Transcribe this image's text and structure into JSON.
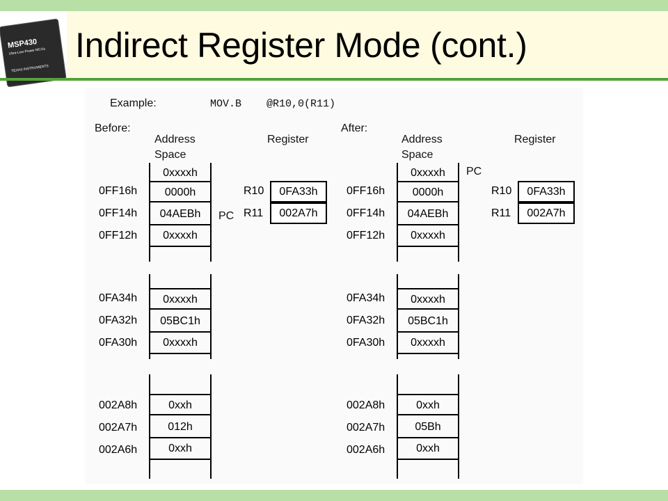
{
  "slide": {
    "title": "Indirect Register Mode (cont.)",
    "colors": {
      "bars": "#b7dfa6",
      "rule": "#53a33c",
      "title_bg": "#fffbe0"
    }
  },
  "chip_logo": {
    "title": "MSP430",
    "subtitle": "Ultra-Low-Power MCUs",
    "brand": "TEXAS INSTRUMENTS"
  },
  "example": {
    "label": "Example:",
    "instruction": "MOV.B    @R10,0(R11)"
  },
  "before": {
    "heading": "Before:",
    "address_space_label": [
      "Address",
      "Space"
    ],
    "register_label": "Register",
    "pc_label": "PC",
    "block1": {
      "top": "0xxxxh",
      "rows": [
        {
          "addr": "0FF16h",
          "value": "0000h"
        },
        {
          "addr": "0FF14h",
          "value": "04AEBh"
        },
        {
          "addr": "0FF12h",
          "value": "0xxxxh"
        }
      ]
    },
    "block2": {
      "rows": [
        {
          "addr": "0FA34h",
          "value": "0xxxxh"
        },
        {
          "addr": "0FA32h",
          "value": "05BC1h"
        },
        {
          "addr": "0FA30h",
          "value": "0xxxxh"
        }
      ]
    },
    "block3": {
      "rows": [
        {
          "addr": "002A8h",
          "value": "0xxh"
        },
        {
          "addr": "002A7h",
          "value": "012h"
        },
        {
          "addr": "002A6h",
          "value": "0xxh"
        }
      ]
    },
    "registers": [
      {
        "name": "R10",
        "value": "0FA33h"
      },
      {
        "name": "R11",
        "value": "002A7h"
      }
    ]
  },
  "after": {
    "heading": "After:",
    "address_space_label": [
      "Address",
      "Space"
    ],
    "register_label": "Register",
    "pc_label": "PC",
    "block1": {
      "top": "0xxxxh",
      "rows": [
        {
          "addr": "0FF16h",
          "value": "0000h"
        },
        {
          "addr": "0FF14h",
          "value": "04AEBh"
        },
        {
          "addr": "0FF12h",
          "value": "0xxxxh"
        }
      ]
    },
    "block2": {
      "rows": [
        {
          "addr": "0FA34h",
          "value": "0xxxxh"
        },
        {
          "addr": "0FA32h",
          "value": "05BC1h"
        },
        {
          "addr": "0FA30h",
          "value": "0xxxxh"
        }
      ]
    },
    "block3": {
      "rows": [
        {
          "addr": "002A8h",
          "value": "0xxh"
        },
        {
          "addr": "002A7h",
          "value": "05Bh"
        },
        {
          "addr": "002A6h",
          "value": "0xxh"
        }
      ]
    },
    "registers": [
      {
        "name": "R10",
        "value": "0FA33h"
      },
      {
        "name": "R11",
        "value": "002A7h"
      }
    ]
  }
}
